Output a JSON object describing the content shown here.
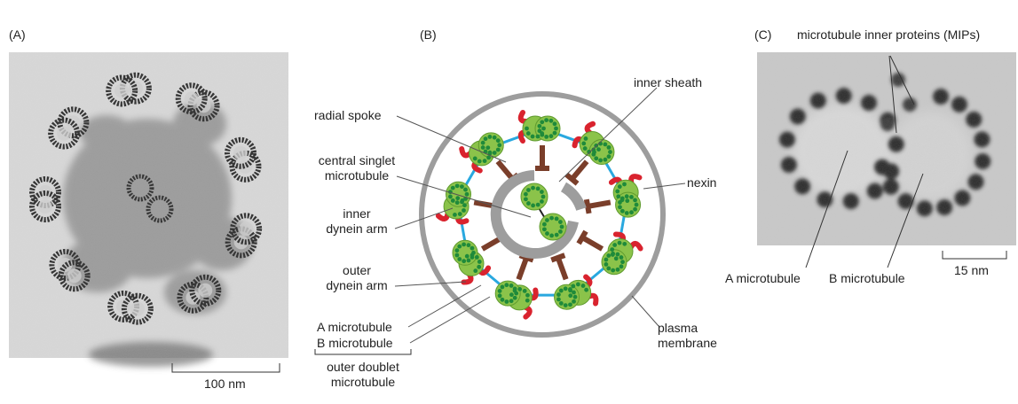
{
  "panel_a": {
    "letter": "(A)",
    "scale_bar": "100 nm"
  },
  "panel_b": {
    "letter": "(B)",
    "labels": {
      "radial_spoke": "radial spoke",
      "central_singlet_1": "central singlet",
      "central_singlet_2": "microtubule",
      "inner_dynein_1": "inner",
      "inner_dynein_2": "dynein arm",
      "outer_dynein_1": "outer",
      "outer_dynein_2": "dynein arm",
      "a_microtubule": "A microtubule",
      "b_microtubule": "B microtubule",
      "outer_doublet_1": "outer doublet",
      "outer_doublet_2": "microtubule",
      "inner_sheath": "inner sheath",
      "nexin": "nexin",
      "plasma_membrane_1": "plasma",
      "plasma_membrane_2": "membrane"
    }
  },
  "panel_c": {
    "letter": "(C)",
    "mips": "microtubule inner proteins (MIPs)",
    "a_microtubule": "A microtubule",
    "b_microtubule": "B microtubule",
    "scale_bar": "15 nm"
  },
  "colors": {
    "doublet_fill": "#8bc34a",
    "doublet_dot": "#1f8a3a",
    "dynein": "#d9232e",
    "spoke": "#7a3e2a",
    "nexin": "#29a8df",
    "membrane": "#9d9d9d"
  }
}
